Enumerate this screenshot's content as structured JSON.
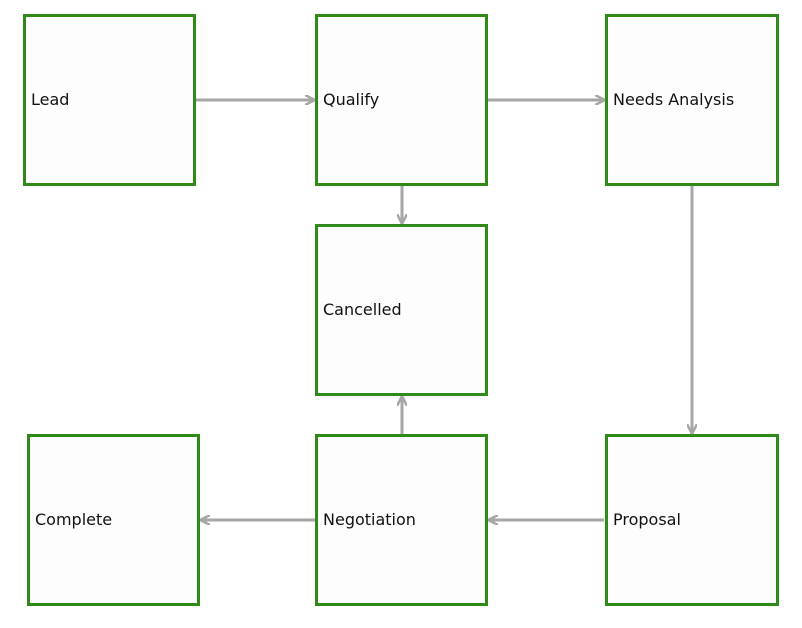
{
  "diagram": {
    "nodes": {
      "lead": {
        "label": "Lead"
      },
      "qualify": {
        "label": "Qualify"
      },
      "needs_analysis": {
        "label": "Needs Analysis"
      },
      "cancelled": {
        "label": "Cancelled"
      },
      "complete": {
        "label": "Complete"
      },
      "negotiation": {
        "label": "Negotiation"
      },
      "proposal": {
        "label": "Proposal"
      }
    },
    "edges": [
      {
        "from": "Lead",
        "to": "Qualify"
      },
      {
        "from": "Qualify",
        "to": "Needs Analysis"
      },
      {
        "from": "Qualify",
        "to": "Cancelled"
      },
      {
        "from": "Needs Analysis",
        "to": "Proposal"
      },
      {
        "from": "Proposal",
        "to": "Negotiation"
      },
      {
        "from": "Negotiation",
        "to": "Complete"
      },
      {
        "from": "Negotiation",
        "to": "Cancelled"
      }
    ],
    "colors": {
      "node_border": "#2f8a1a",
      "node_fill": "#fdfdfd",
      "edge": "#a6a6a6",
      "text": "#111111"
    }
  }
}
